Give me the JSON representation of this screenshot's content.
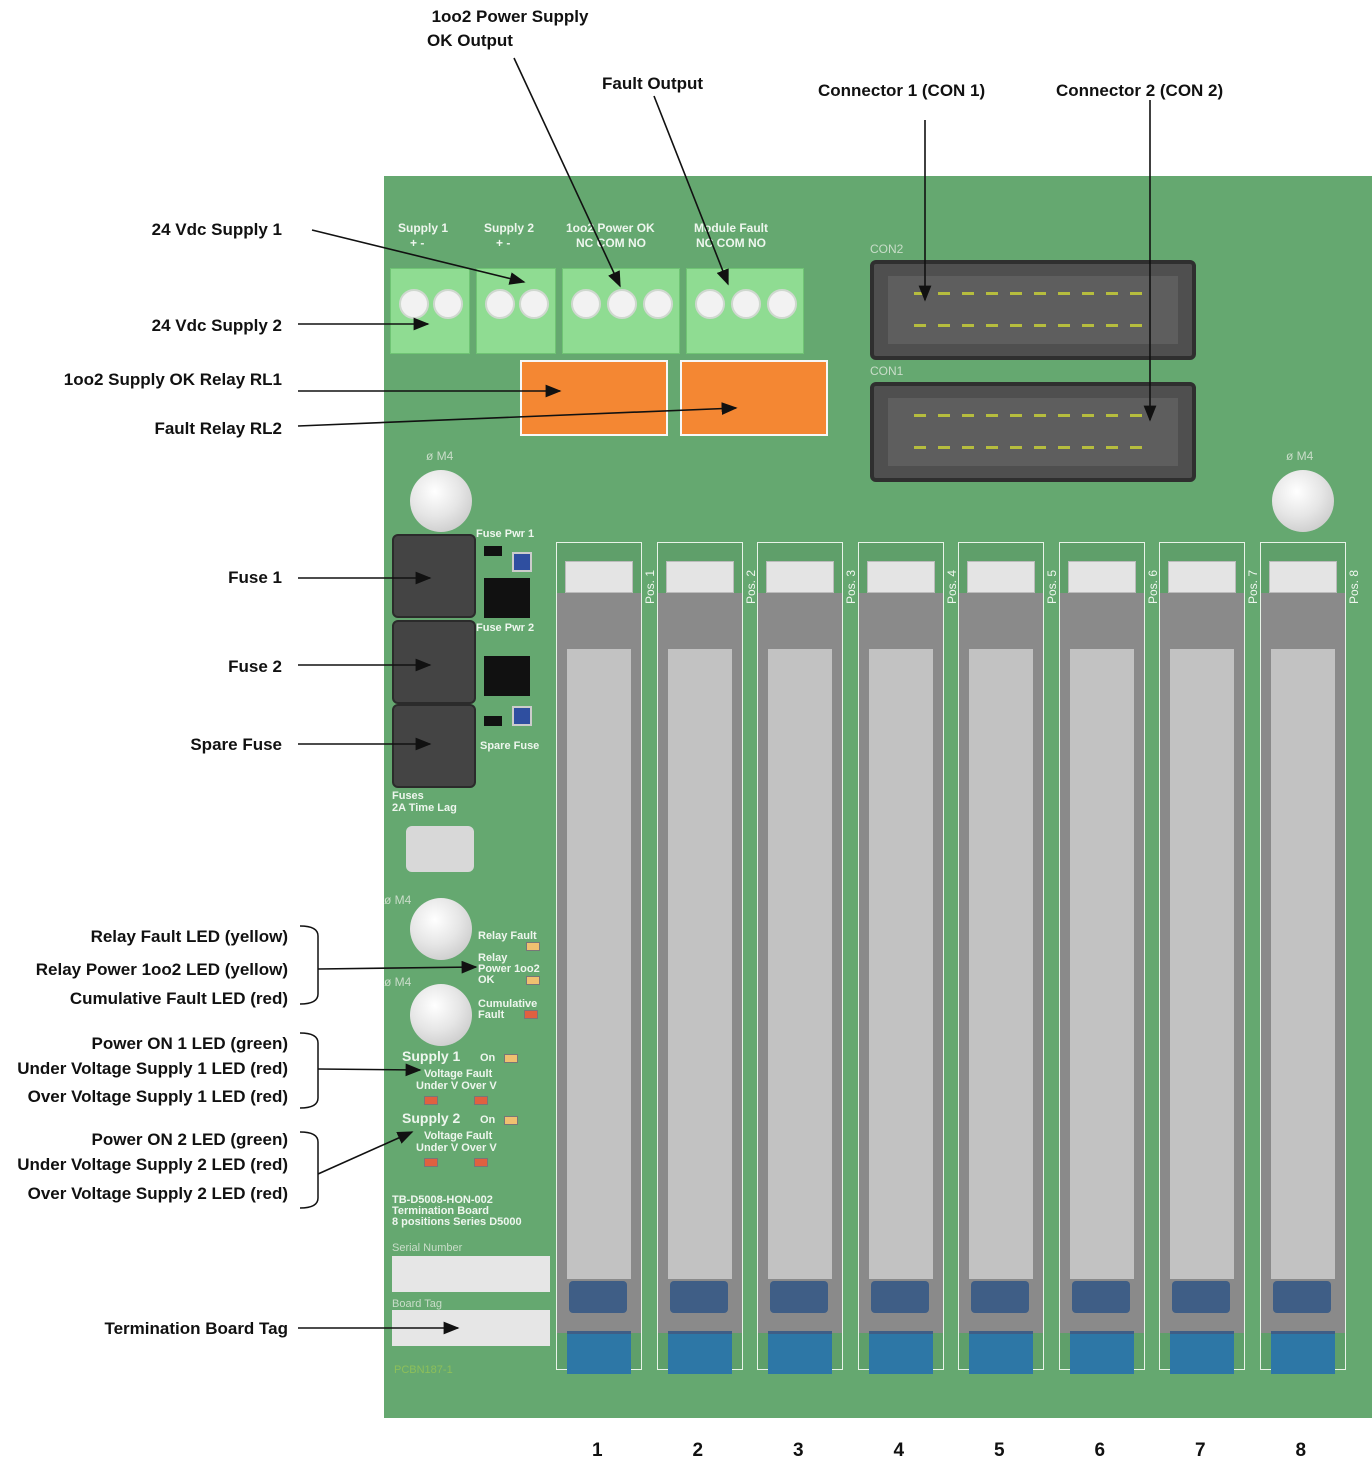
{
  "callouts_top": {
    "power_ok_output": [
      "1oo2 Power Supply",
      "OK Output"
    ],
    "fault_output": "Fault Output",
    "connector1": "Connector 1 (CON 1)",
    "connector2": "Connector 2 (CON 2)"
  },
  "callouts_left": {
    "supply1": "24 Vdc Supply 1",
    "supply2": "24 Vdc Supply 2",
    "relay_rl1": "1oo2 Supply OK Relay RL1",
    "relay_rl2": "Fault Relay RL2",
    "fuse1": "Fuse 1",
    "fuse2": "Fuse 2",
    "spare_fuse": "Spare Fuse",
    "led_group1": [
      "Relay Fault LED (yellow)",
      "Relay Power 1oo2 LED (yellow)",
      "Cumulative Fault LED (red)"
    ],
    "led_group2": [
      "Power ON 1 LED (green)",
      "Under Voltage Supply 1 LED (red)",
      "Over Voltage Supply 1 LED (red)"
    ],
    "led_group3": [
      "Power ON 2 LED (green)",
      "Under Voltage Supply 2 LED (red)",
      "Over Voltage Supply 2 LED (red)"
    ],
    "board_tag": "Termination Board Tag"
  },
  "board_silk": {
    "supply1": "Supply 1",
    "supply1_pol": "+   -",
    "supply2": "Supply 2",
    "supply2_pol": "+   -",
    "power_ok": "1oo2 Power OK",
    "power_ok_pins": "NC COM NO",
    "module_fault": "Module Fault",
    "module_fault_pins": "NC COM NO",
    "con2": "CON2",
    "con1": "CON1",
    "hole_m4": "ø M4",
    "fuse_pwr1": "Fuse Pwr 1",
    "fuse_pwr2": "Fuse Pwr 2",
    "spare_fuse": "Spare Fuse",
    "fuses_note": [
      "Fuses",
      "2A Time Lag"
    ],
    "relay_fault": "Relay Fault",
    "relay_power": [
      "Relay",
      "Power 1oo2",
      "OK"
    ],
    "cumulative": [
      "Cumulative",
      "Fault"
    ],
    "supply1_led": "Supply 1",
    "supply2_led": "Supply 2",
    "on": "On",
    "voltage_fault": "Voltage Fault",
    "under_over": "Under V  Over V",
    "board_id": [
      "TB-D5008-HON-002",
      "Termination Board",
      "8 positions Series D5000"
    ],
    "serial_number": "Serial Number",
    "board_tag": "Board Tag",
    "pcb_code": "PCBN187-1"
  },
  "slots": [
    {
      "label": "Pos. 1",
      "number": "1"
    },
    {
      "label": "Pos. 2",
      "number": "2"
    },
    {
      "label": "Pos. 3",
      "number": "3"
    },
    {
      "label": "Pos. 4",
      "number": "4"
    },
    {
      "label": "Pos. 5",
      "number": "5"
    },
    {
      "label": "Pos. 6",
      "number": "6"
    },
    {
      "label": "Pos. 7",
      "number": "7"
    },
    {
      "label": "Pos. 8",
      "number": "8"
    }
  ],
  "colors": {
    "pcb": "#65a870",
    "terminal": "#8fdc92",
    "relay": "#f48733",
    "connector": "#4f4f4f",
    "module_blue": "#2d77a6"
  }
}
